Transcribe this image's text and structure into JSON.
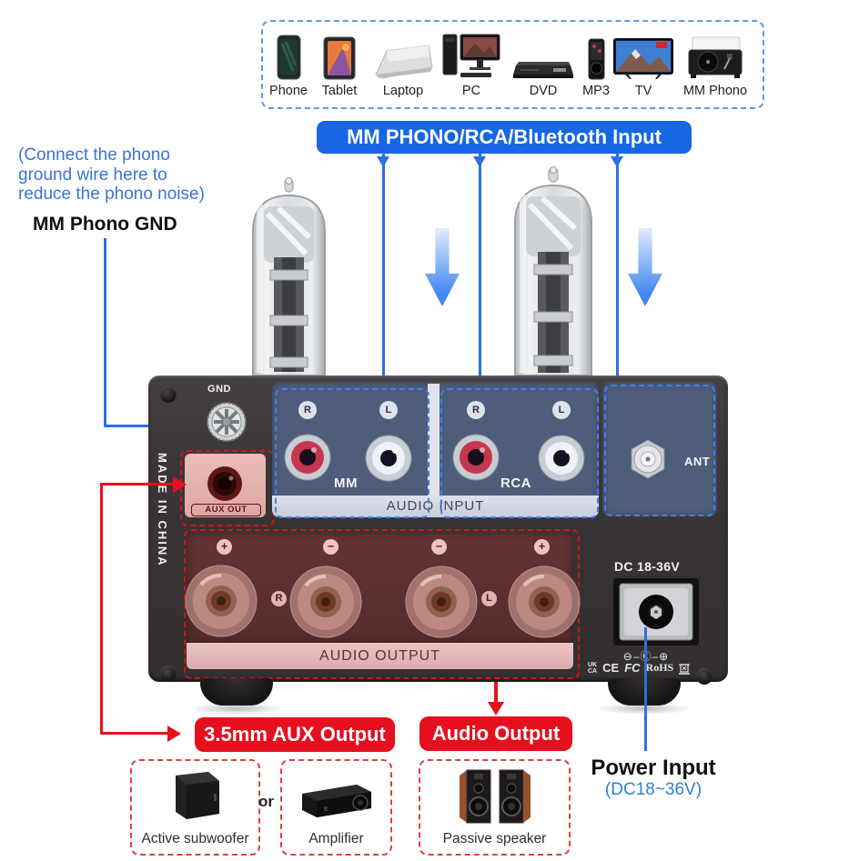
{
  "title_banner": "MM PHONO/RCA/Bluetooth Input",
  "sources": {
    "items": [
      {
        "label": "Phone"
      },
      {
        "label": "Tablet"
      },
      {
        "label": "Laptop"
      },
      {
        "label": "PC"
      },
      {
        "label": "DVD"
      },
      {
        "label": "MP3"
      },
      {
        "label": "TV"
      },
      {
        "label": "MM Phono"
      }
    ]
  },
  "phono_note": {
    "line1": "(Connect the phono",
    "line2": "ground wire here to",
    "line3": "reduce the phono noise)",
    "label": "MM Phono GND"
  },
  "device": {
    "gnd_label": "GND",
    "made_in": "MADE IN CHINA",
    "aux_out_label": "AUX OUT",
    "audio_input": {
      "mm_label": "MM",
      "rca_label": "RCA",
      "right_badge": "R",
      "left_badge": "L",
      "strip_label": "AUDIO INPUT",
      "ant_label": "ANT"
    },
    "audio_output": {
      "strip_label": "AUDIO OUTPUT",
      "terminals": [
        "+",
        "−",
        "−",
        "+"
      ],
      "right_badge": "R",
      "left_badge": "L"
    },
    "power": {
      "label": "DC 18-36V",
      "polarity": "⊖–Ⓒ–⊕",
      "certs": {
        "ukca_top": "UK",
        "ukca_bottom": "CA",
        "ce": "CE",
        "fcc": "FC",
        "rohs": "RoHS"
      }
    }
  },
  "callouts": {
    "aux_output": "3.5mm AUX Output",
    "audio_output": "Audio Output",
    "power_title": "Power Input",
    "power_sub": "(DC18~36V)"
  },
  "destinations": {
    "subwoofer": "Active subwoofer",
    "conjunction": "or",
    "amplifier": "Amplifier",
    "speaker": "Passive speaker"
  },
  "colors": {
    "banner_blue": "#1766e4",
    "line_blue": "#2b6fe3",
    "note_blue": "#3a74d8",
    "callout_red": "#e60f1e",
    "power_note_blue": "#2f7fd9"
  }
}
